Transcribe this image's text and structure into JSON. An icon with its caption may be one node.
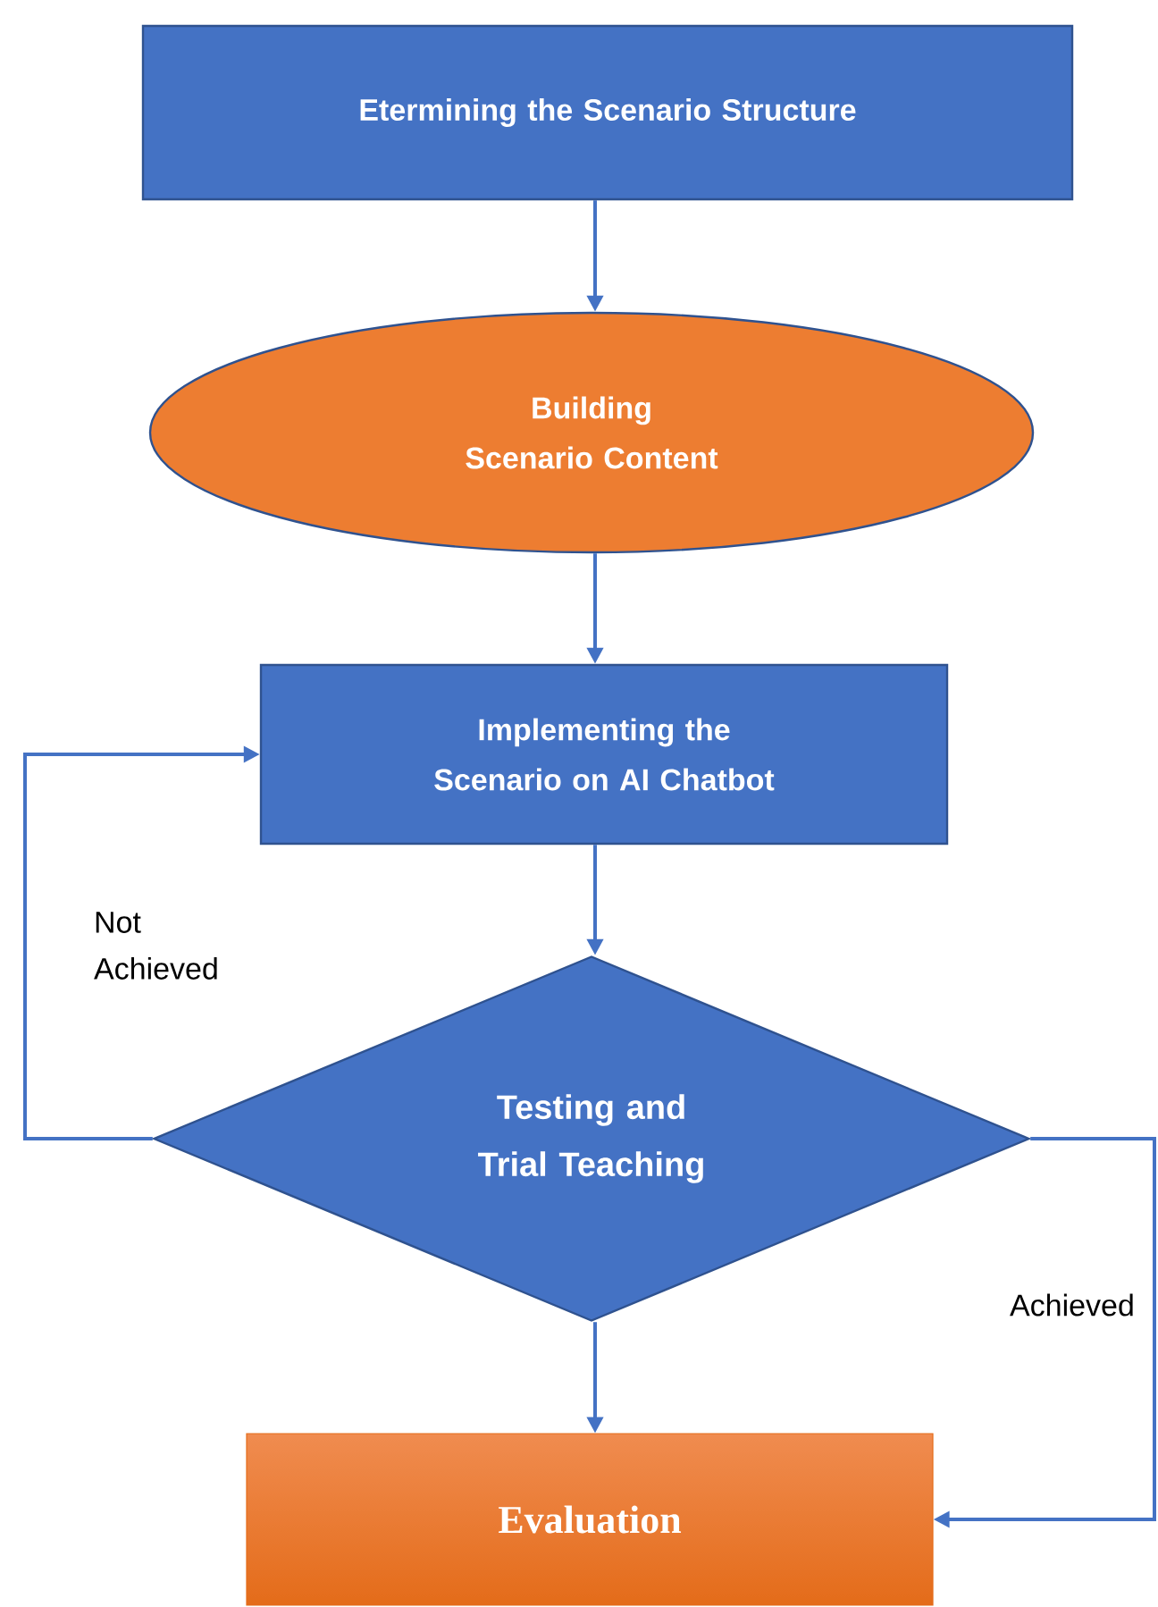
{
  "diagram": {
    "nodes": [
      {
        "text": [
          "Etermining the Scenario Structure"
        ]
      },
      {
        "text": [
          "Building Scenario Content"
        ]
      },
      {
        "text": [
          "Implementing the Scenario on AI Chatbot"
        ]
      },
      {
        "text": [
          "Testing and Trial Teaching"
        ]
      },
      {
        "text": [
          "Evaluation"
        ]
      }
    ],
    "edges": [
      {
        "from": 0,
        "to": 1,
        "arrow": "to"
      },
      {
        "from": 1,
        "to": 2,
        "arrow": "to"
      },
      {
        "from": 2,
        "to": 3,
        "arrow": "to"
      },
      {
        "from": 3,
        "to": 2,
        "arrow": "to",
        "label": "Not Achieved"
      },
      {
        "from": 3,
        "to": 4,
        "arrow": "to",
        "label": "Achieved"
      },
      {
        "from": 3,
        "to": 4,
        "arrow": "to"
      }
    ]
  }
}
